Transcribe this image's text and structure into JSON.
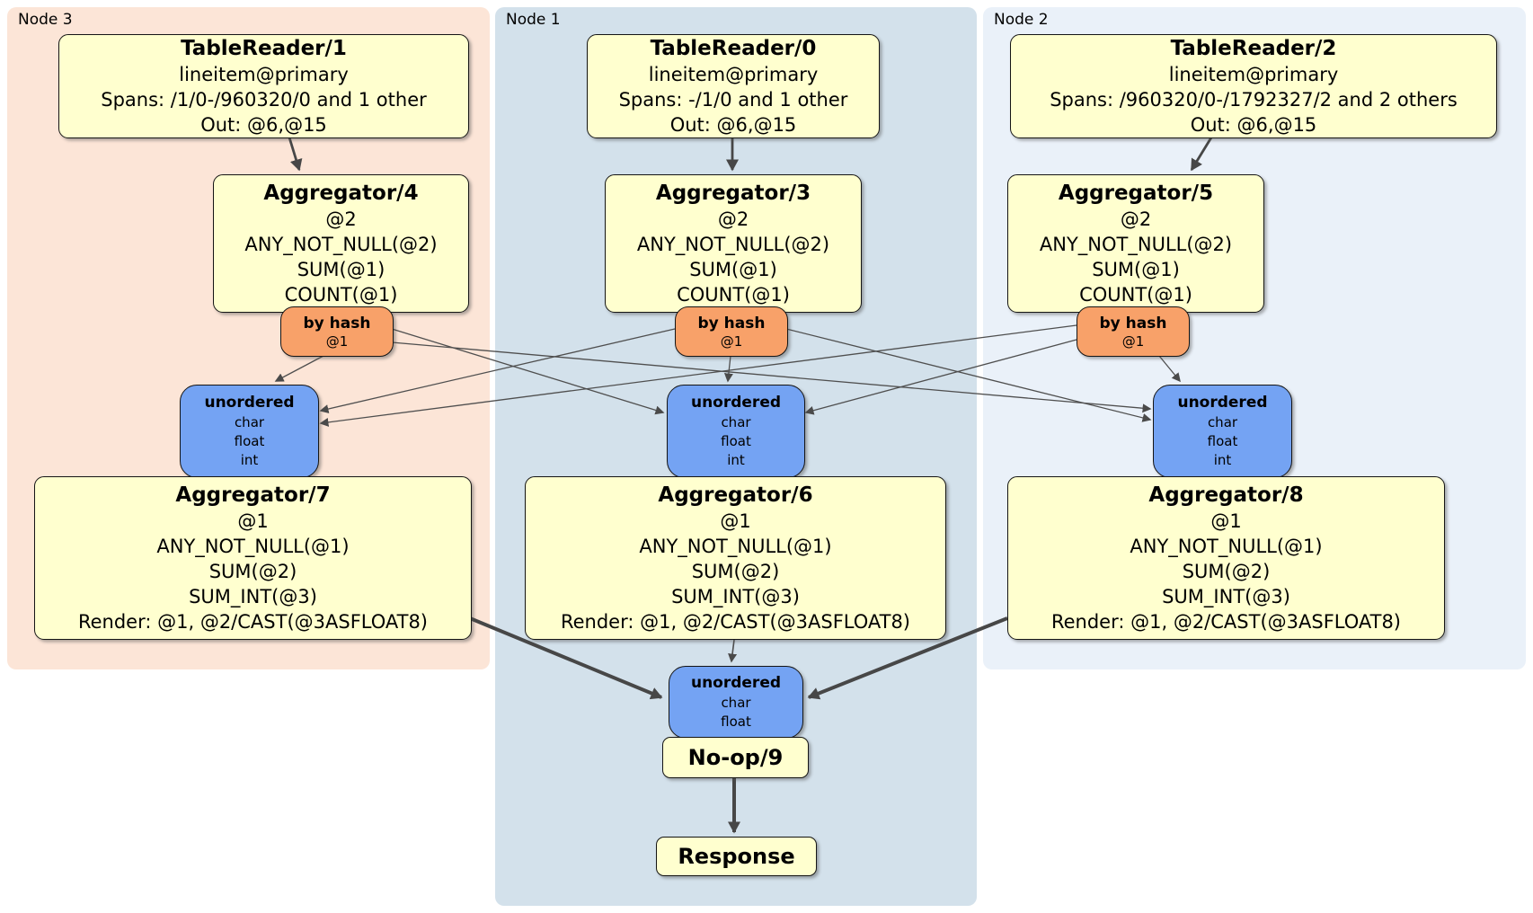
{
  "diagram": {
    "nodes": [
      {
        "label": "Node 3",
        "table_reader": {
          "title": "TableReader/1",
          "index": "lineitem@primary",
          "spans": "Spans: /1/0-/960320/0 and 1 other",
          "out": "Out: @6,@15"
        },
        "agg_top": {
          "title": "Aggregator/4",
          "lines": [
            "@2",
            "ANY_NOT_NULL(@2)",
            "SUM(@1)",
            "COUNT(@1)"
          ]
        },
        "router": {
          "title": "by hash",
          "key": "@1"
        },
        "sync": {
          "title": "unordered",
          "types": [
            "char",
            "float",
            "int"
          ]
        },
        "agg_bottom": {
          "title": "Aggregator/7",
          "lines": [
            "@1",
            "ANY_NOT_NULL(@1)",
            "SUM(@2)",
            "SUM_INT(@3)",
            "Render: @1, @2/CAST(@3ASFLOAT8)"
          ]
        }
      },
      {
        "label": "Node 1",
        "table_reader": {
          "title": "TableReader/0",
          "index": "lineitem@primary",
          "spans": "Spans: -/1/0 and 1 other",
          "out": "Out: @6,@15"
        },
        "agg_top": {
          "title": "Aggregator/3",
          "lines": [
            "@2",
            "ANY_NOT_NULL(@2)",
            "SUM(@1)",
            "COUNT(@1)"
          ]
        },
        "router": {
          "title": "by hash",
          "key": "@1"
        },
        "sync": {
          "title": "unordered",
          "types": [
            "char",
            "float",
            "int"
          ]
        },
        "agg_bottom": {
          "title": "Aggregator/6",
          "lines": [
            "@1",
            "ANY_NOT_NULL(@1)",
            "SUM(@2)",
            "SUM_INT(@3)",
            "Render: @1, @2/CAST(@3ASFLOAT8)"
          ]
        }
      },
      {
        "label": "Node 2",
        "table_reader": {
          "title": "TableReader/2",
          "index": "lineitem@primary",
          "spans": "Spans: /960320/0-/1792327/2 and 2 others",
          "out": "Out: @6,@15"
        },
        "agg_top": {
          "title": "Aggregator/5",
          "lines": [
            "@2",
            "ANY_NOT_NULL(@2)",
            "SUM(@1)",
            "COUNT(@1)"
          ]
        },
        "router": {
          "title": "by hash",
          "key": "@1"
        },
        "sync": {
          "title": "unordered",
          "types": [
            "char",
            "float",
            "int"
          ]
        },
        "agg_bottom": {
          "title": "Aggregator/8",
          "lines": [
            "@1",
            "ANY_NOT_NULL(@1)",
            "SUM(@2)",
            "SUM_INT(@3)",
            "Render: @1, @2/CAST(@3ASFLOAT8)"
          ]
        }
      }
    ],
    "final": {
      "sync": {
        "title": "unordered",
        "types": [
          "char",
          "float"
        ]
      },
      "noop": "No-op/9",
      "response": "Response"
    },
    "colors": {
      "node3_bg": "#FCE5D7",
      "node1_bg": "#D3E1EB",
      "node2_bg": "#EAF1F9",
      "processor_bg": "#FFFFCF",
      "router_bg": "#F8A169",
      "sync_bg": "#74A3F3",
      "edge": "#474747"
    }
  }
}
